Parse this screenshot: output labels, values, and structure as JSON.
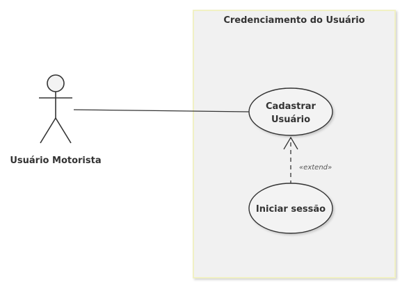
{
  "system": {
    "title": "Credenciamento do Usuário"
  },
  "actor": {
    "label": "Usuário Motorista"
  },
  "use_cases": {
    "register": {
      "line1": "Cadastrar",
      "line2": "Usuário"
    },
    "login": {
      "label": "Iniciar sessão"
    }
  },
  "relations": {
    "extend_label": "«extend»"
  },
  "colors": {
    "boundary_fill": "#f1f1f1",
    "boundary_stroke": "#f1f1c4",
    "usecase_fill": "#f3f3f3",
    "stroke": "#333333"
  }
}
